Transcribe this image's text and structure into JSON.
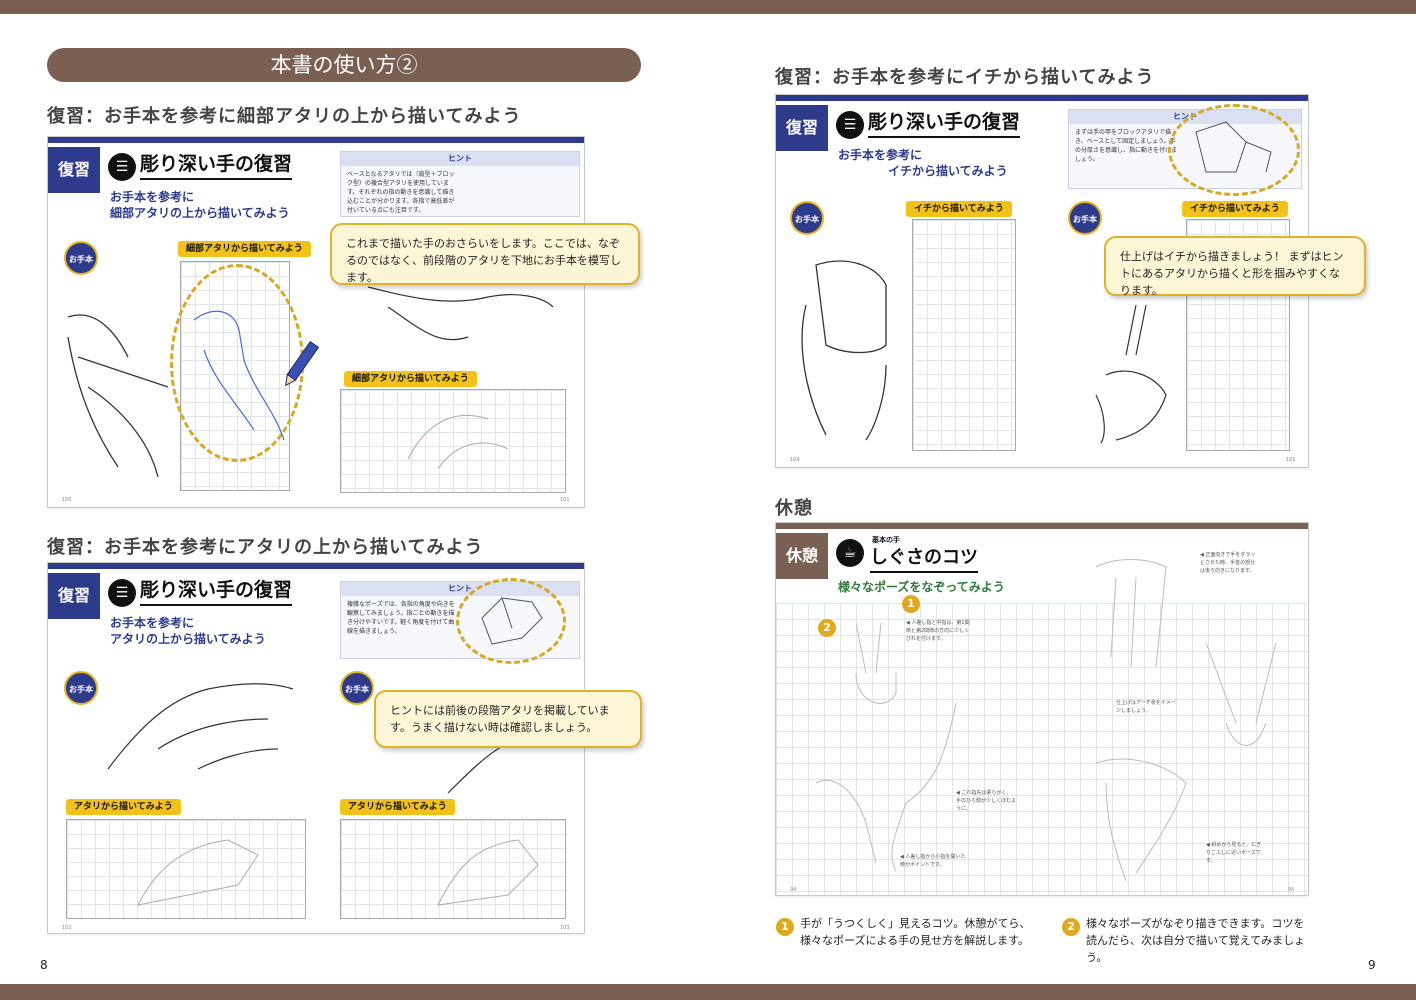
{
  "banner": "本書の使い方②",
  "headings": {
    "h1": "復習：お手本を参考に細部アタリの上から描いてみよう",
    "h2": "復習：お手本を参考にアタリの上から描いてみよう",
    "h3": "復習：お手本を参考にイチから描いてみよう",
    "h4": "休憩"
  },
  "spread1": {
    "tag": "復習",
    "icon": "book-icon",
    "title": "彫り深い手の復習",
    "sub1": "お手本を参考に",
    "sub2": "細部アタリの上から描いてみよう",
    "badge": "お手本",
    "hint_label": "ヒント",
    "hint_text": "ベースとなるアタリでは（扇型＋ブロック型）の複合型アタリを使用しています。それぞれの指の動きを意識して描き込むことが分かります。各指で高低差が付いている点にも注目です。",
    "label1": "細部アタリから描いてみよう",
    "label2": "細部アタリから描いてみよう",
    "callout": "これまで描いた手のおさらいをします。ここでは、なぞるのではなく、前段階のアタリを下地にお手本を模写します。",
    "page_left": "100",
    "page_right": "101"
  },
  "spread2": {
    "tag": "復習",
    "title": "彫り深い手の復習",
    "sub1": "お手本を参考に",
    "sub2": "アタリの上から描いてみよう",
    "badge1": "お手本",
    "badge2": "お手本",
    "hint_label": "ヒント",
    "hint_text": "複雑なポーズでは、各指の角度や向きを観察してみましょう。指ごとの動きを描き分けやすいです。軽く角度を付けて曲線を描きましょう。",
    "label1": "アタリから描いてみよう",
    "label2": "アタリから描いてみよう",
    "callout": "ヒントには前後の段階アタリを掲載しています。うまく描けない時は確認しましょう。",
    "page_left": "102",
    "page_right": "103"
  },
  "spread3": {
    "tag": "復習",
    "title": "彫り深い手の復習",
    "sub1": "お手本を参考に",
    "sub2": "イチから描いてみよう",
    "badge1": "お手本",
    "badge2": "お手本",
    "hint_label": "ヒント",
    "hint_text": "まずは手の甲をブロックアタリで描き、ベースとして固定しましょう。手の分厚さを意識し、指に動きを付けましょう。",
    "label1": "イチから描いてみよう",
    "label2": "イチから描いてみよう",
    "callout": "仕上げはイチから描きましょう！ まずはヒントにあるアタリから描くと形を掴みやすくなります。",
    "page_left": "104",
    "page_right": "105"
  },
  "spread4": {
    "tag": "休憩",
    "icon": "cup-icon",
    "kicker": "基本の手",
    "title": "しぐさのコツ",
    "sub": "様々なポーズをなぞってみよう",
    "marker1": "1",
    "marker2": "2",
    "page_left": "94",
    "page_right": "95"
  },
  "captions": {
    "c1_num": "1",
    "c1_text": "手が「うつくしく」見えるコツ。休憩がてら、様々なポーズによる手の見せ方を解説します。",
    "c2_num": "2",
    "c2_text": "様々なポーズがなぞり描きできます。コツを読んだら、次は自分で描いて覚えてみましょう。"
  },
  "page_numbers": {
    "left": "8",
    "right": "9"
  },
  "colors": {
    "brown": "#7a6052",
    "navy": "#2e3a8c",
    "gold": "#e0b22c"
  }
}
